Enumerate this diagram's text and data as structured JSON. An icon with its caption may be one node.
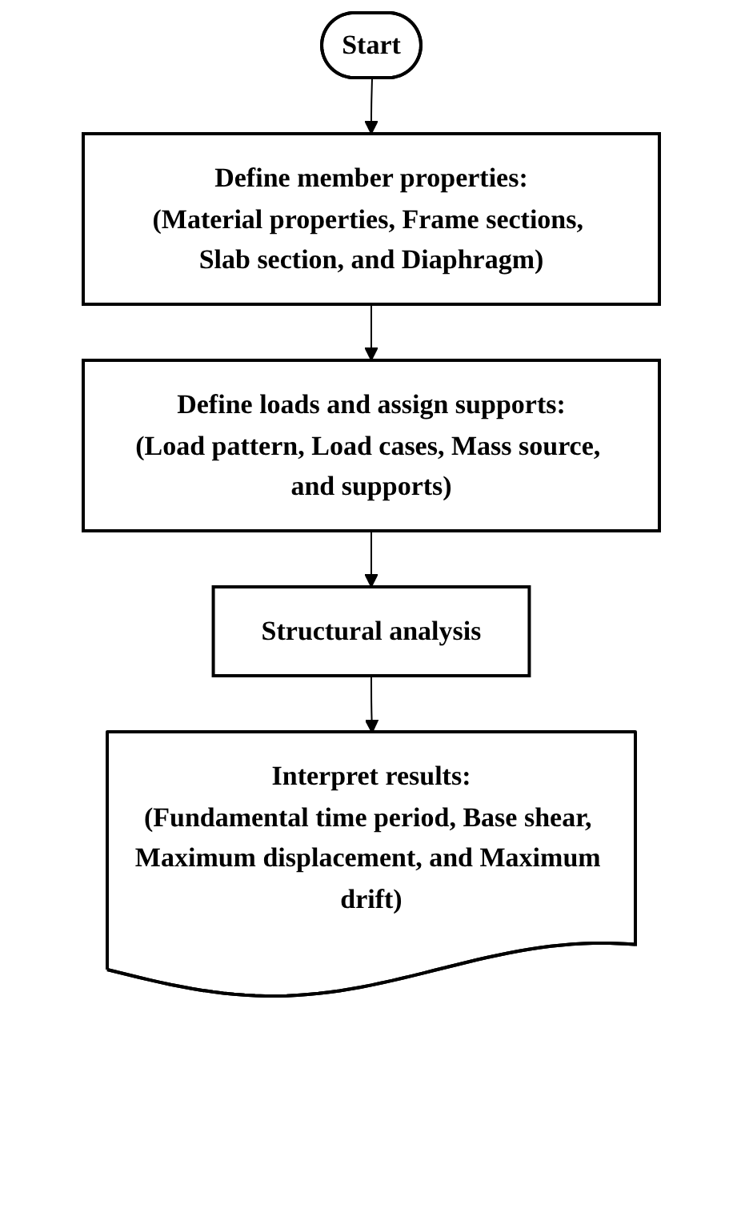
{
  "diagram": {
    "nodes": [
      {
        "text": [
          "Start"
        ]
      },
      {
        "text": [
          "Define member properties:",
          "(Material properties, Frame sections, Slab section, and Diaphragm)"
        ]
      },
      {
        "text": [
          "Define loads and assign supports:",
          "(Load pattern, Load cases, Mass source, and supports)"
        ]
      },
      {
        "text": [
          "Structural analysis"
        ]
      },
      {
        "text": [
          "Interpret results:",
          "(Fundamental time period, Base shear, Maximum displacement, and Maximum drift)"
        ]
      }
    ],
    "edges": [
      {
        "from": 0,
        "to": 1,
        "arrow": "to"
      },
      {
        "from": 1,
        "to": 2,
        "arrow": "to"
      },
      {
        "from": 2,
        "to": 3,
        "arrow": "to"
      },
      {
        "from": 3,
        "to": 4,
        "arrow": "to"
      }
    ]
  }
}
